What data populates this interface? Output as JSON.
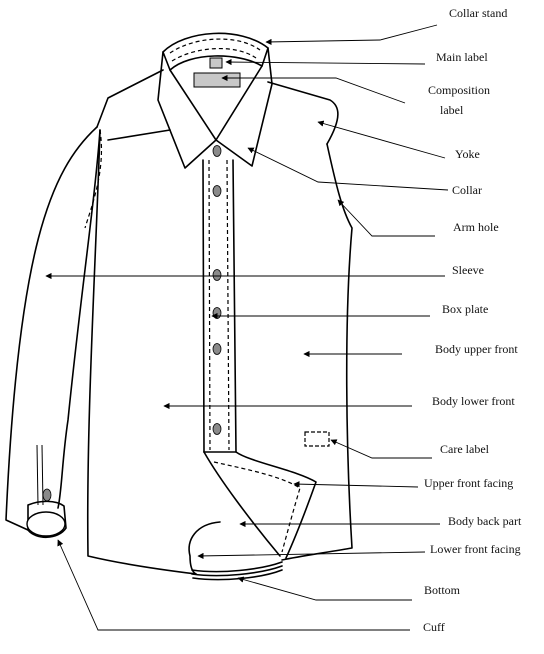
{
  "labels": {
    "collar_stand": "Collar stand",
    "main_label": "Main label",
    "composition_label_line1": "Composition",
    "composition_label_line2": "label",
    "yoke": "Yoke",
    "collar": "Collar",
    "arm_hole": "Arm hole",
    "sleeve": "Sleeve",
    "box_plate": "Box plate",
    "body_upper_front": "Body upper front",
    "body_lower_front": "Body lower front",
    "care_label": "Care label",
    "upper_front_facing": "Upper front facing",
    "body_back_part": "Body back part",
    "lower_front_facing": "Lower front facing",
    "bottom": "Bottom",
    "cuff": "Cuff"
  },
  "colors": {
    "line": "#000000",
    "label_fill": "#c8c8c8",
    "button_fill": "#8a8a8a",
    "background": "#ffffff"
  }
}
